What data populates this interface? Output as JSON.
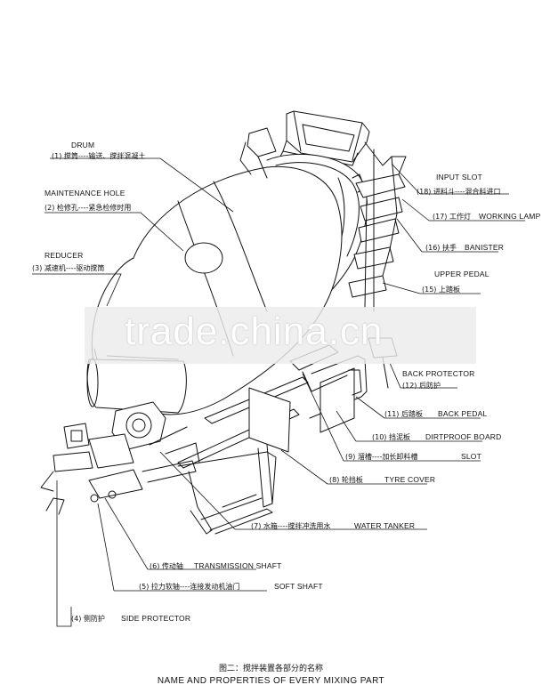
{
  "labels": {
    "drum_en": "DRUM",
    "drum_cn": "(1) 搅筒----输送、搅拌混凝土",
    "maintenance_en": "MAINTENANCE HOLE",
    "maintenance_cn": "(2) 检修孔----紧急检修时用",
    "reducer_en": "REDUCER",
    "reducer_cn": "(3) 减速机----驱动搅筒",
    "side_protector_cn": "(4) 侧防护",
    "side_protector_en": "SIDE PROTECTOR",
    "soft_shaft_cn": "(5) 拉力软轴----连接发动机油门",
    "soft_shaft_en": "SOFT SHAFT",
    "transmission_cn": "(6) 传动轴",
    "transmission_en": "TRANSMISSION SHAFT",
    "water_tanker_cn": "(7) 水箱----搅拌冲洗用水",
    "water_tanker_en": "WATER TANKER",
    "tyre_cover_cn": "(8) 轮挡板",
    "tyre_cover_en": "TYRE COVER",
    "slot_cn": "(9) 溜槽----加长卸料槽",
    "slot_en": "SLOT",
    "dirtproof_cn": "(10) 挡泥板",
    "dirtproof_en": "DIRTPROOF BOARD",
    "back_pedal_cn": "(11) 后踏板",
    "back_pedal_en": "BACK PEDAL",
    "back_protector_en": "BACK PROTECTOR",
    "back_protector_cn": "(12) 后防护",
    "upper_pedal_en": "UPPER PEDAL",
    "upper_pedal_cn": "(15) 上踏板",
    "banister_cn": "(16) 扶手",
    "banister_en": "BANISTER",
    "working_lamp_cn": "(17) 工作灯",
    "working_lamp_en": "WORKING LAMP",
    "input_slot_en": "INPUT SLOT",
    "input_slot_cn": "(18) 进料斗----混合料进口"
  },
  "caption": {
    "cn": "图二：搅拌装置各部分的名称",
    "en": "NAME AND PROPERTIES OF EVERY MIXING PART"
  },
  "watermark": "trade.china.cn"
}
